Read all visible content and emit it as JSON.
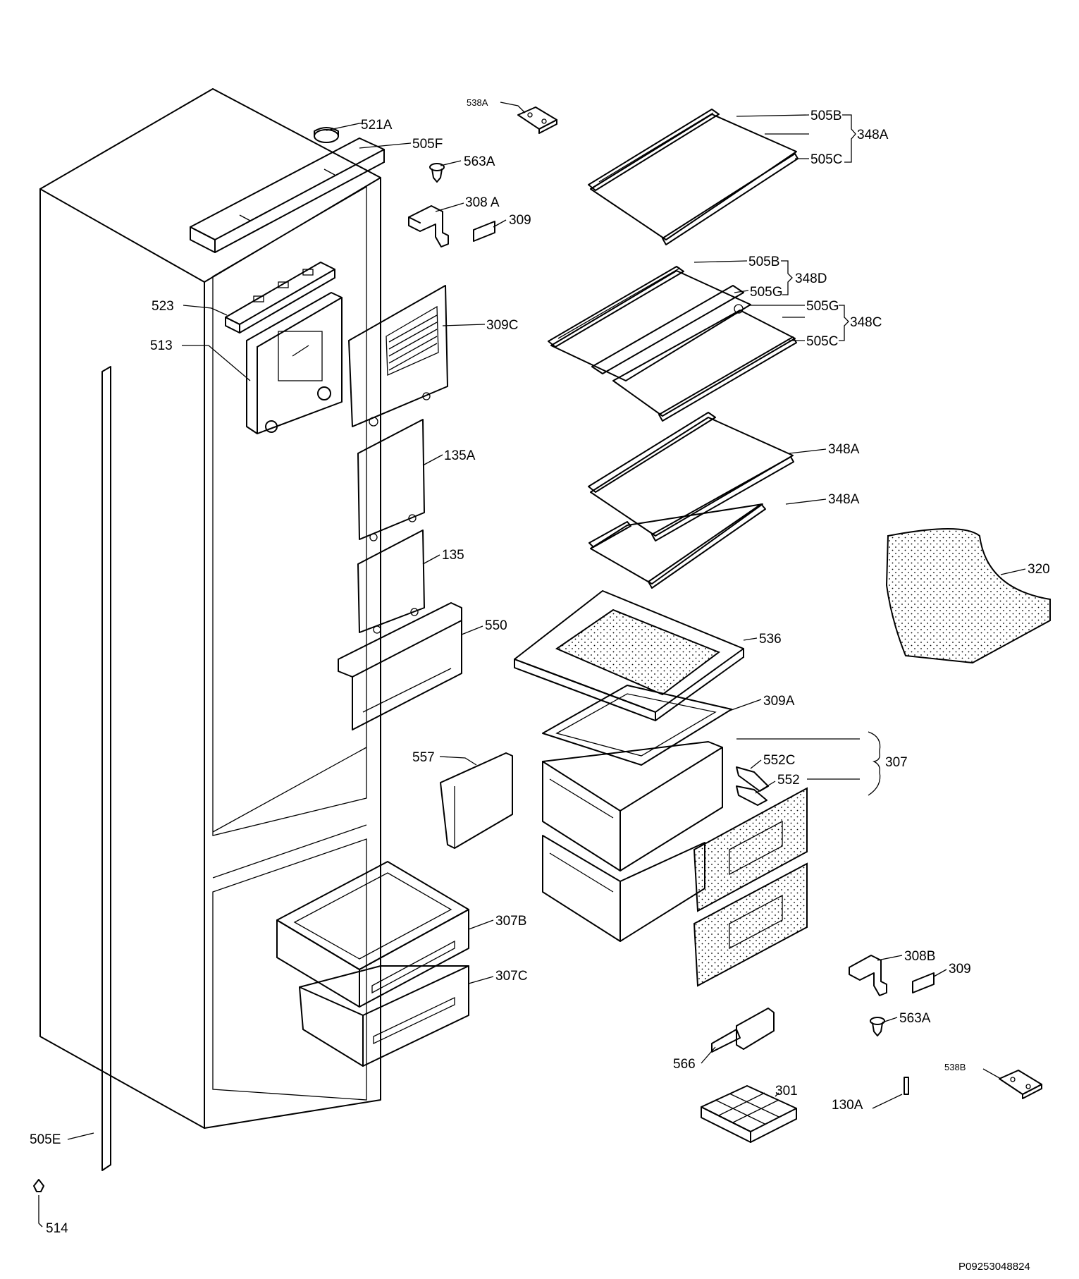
{
  "diagram": {
    "document_code": "P09253048824",
    "labels": {
      "l521a": "521A",
      "l505f": "505F",
      "l563a_top": "563A",
      "l308a": "308 A",
      "l309_top": "309",
      "l538a": "538A",
      "l523": "523",
      "l513": "513",
      "l309c": "309C",
      "l135a": "135A",
      "l135": "135",
      "l550": "550",
      "l557": "557",
      "l307b": "307B",
      "l307c": "307C",
      "l505e": "505E",
      "l514": "514",
      "l505b_1": "505B",
      "l348a_1": "348A",
      "l505c_1": "505C",
      "l505b_2": "505B",
      "l348d": "348D",
      "l505g_1": "505G",
      "l505g_2": "505G",
      "l348c": "348C",
      "l505c_2": "505C",
      "l348a_2": "348A",
      "l348a_3": "348A",
      "l320": "320",
      "l536": "536",
      "l309a": "309A",
      "l552c": "552C",
      "l552": "552",
      "l307": "307",
      "l308b": "308B",
      "l309_bottom": "309",
      "l563a_bottom": "563A",
      "l566": "566",
      "l538b": "538B",
      "l301": "301",
      "l130a": "130A"
    }
  }
}
